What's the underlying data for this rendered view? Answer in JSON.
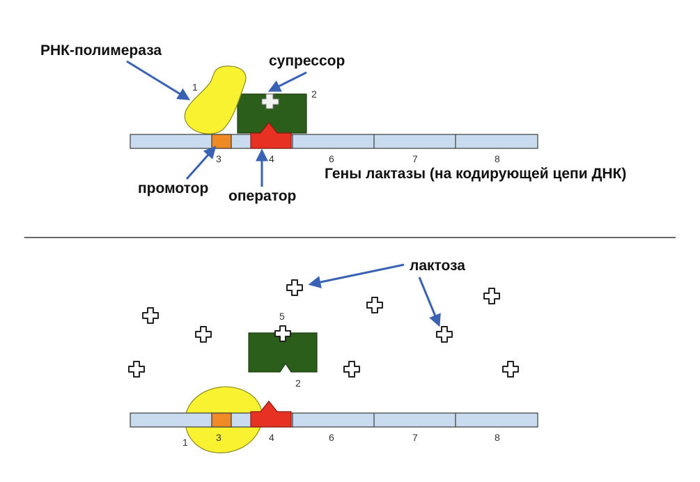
{
  "labels": {
    "rna_polymerase": "РНК-полимераза",
    "suppressor": "супрессор",
    "promoter": "промотор",
    "operator": "оператор",
    "lactase_genes": "Гены лактазы (на кодирующей цепи ДНК)",
    "lactose": "лактоза"
  },
  "numbers": {
    "top": [
      "1",
      "2",
      "3",
      "4",
      "6",
      "7",
      "8"
    ],
    "bottom": [
      "5",
      "2",
      "1",
      "3",
      "4",
      "6",
      "7",
      "8"
    ]
  },
  "colors": {
    "dna": "#c9dcef",
    "polymerase": "#f8f230",
    "promoter": "#f08a24",
    "operator": "#e63123",
    "suppressor": "#2b5e1a",
    "arrow": "#3a62b4",
    "lactose": "#ffffff"
  }
}
